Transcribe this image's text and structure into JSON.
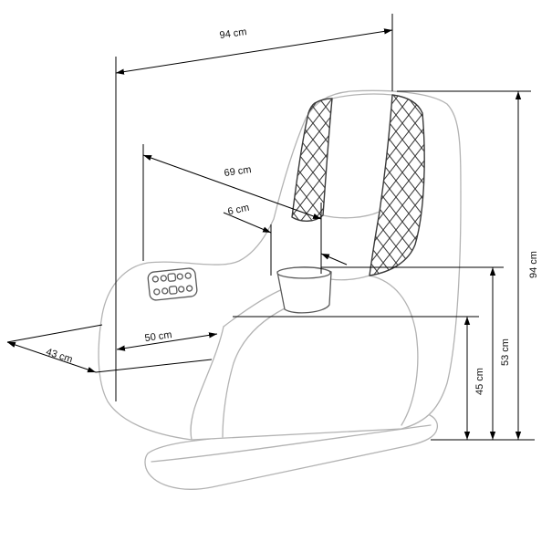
{
  "colors": {
    "background": "#ffffff",
    "chair_outline": "#b3b3b3",
    "accent_outline": "#5a5a5a",
    "quilting": "#3a3a3a",
    "dimension_lines": "#000000",
    "text": "#111111"
  },
  "labels": {
    "top": "94 cm",
    "upper_diagonal": "69 cm",
    "small_diagonal": "6 cm",
    "seat_front": "50 cm",
    "left_diagonal": "43 cm",
    "right_outer": "94 cm",
    "right_middle": "53 cm",
    "right_inner": "45 cm"
  }
}
